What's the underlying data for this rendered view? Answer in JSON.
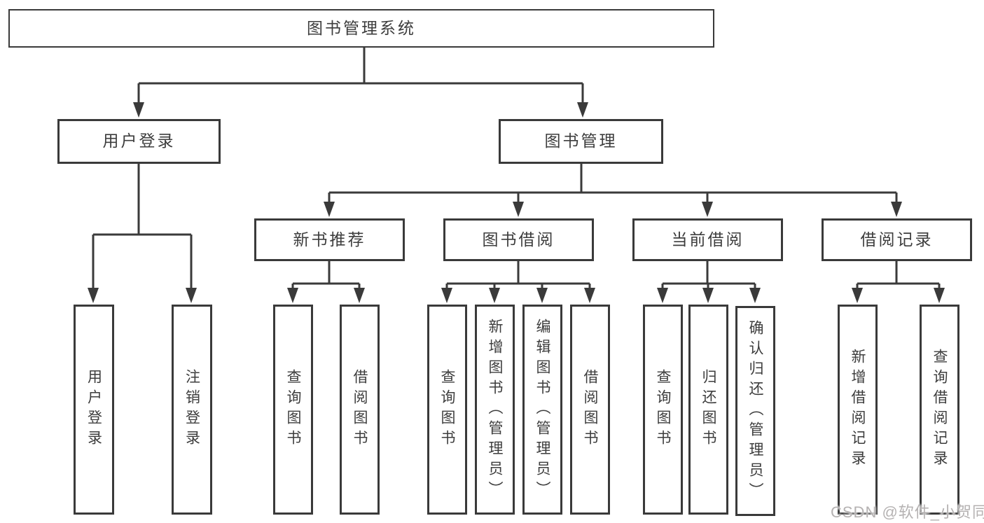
{
  "diagram": {
    "title_node": {
      "label": "图书管理系统"
    },
    "level2": [
      {
        "label": "用户登录"
      },
      {
        "label": "图书管理"
      }
    ],
    "level3": [
      {
        "label": "新书推荐"
      },
      {
        "label": "图书借阅"
      },
      {
        "label": "当前借阅"
      },
      {
        "label": "借阅记录"
      }
    ],
    "leaves": {
      "user_login": [
        {
          "label": "用户登录"
        },
        {
          "label": "注销登录"
        }
      ],
      "new_books": [
        {
          "label": "查询图书"
        },
        {
          "label": "借阅图书"
        }
      ],
      "book_borrow": [
        {
          "label": "查询图书"
        },
        {
          "label": "新增图书（管理员）"
        },
        {
          "label": "编辑图书（管理员）"
        },
        {
          "label": "借阅图书"
        }
      ],
      "current_borrow": [
        {
          "label": "查询图书"
        },
        {
          "label": "归还图书"
        },
        {
          "label": "确认归还（管理员）"
        }
      ],
      "borrow_records": [
        {
          "label": "新增借阅记录"
        },
        {
          "label": "查询借阅记录"
        }
      ]
    }
  },
  "watermark": {
    "text": "CSDN @软件_小贺同学"
  },
  "colors": {
    "line": "#3a3a3a",
    "text": "#3d3d3d",
    "watermark": "#b5b2b2",
    "background": "#ffffff"
  }
}
